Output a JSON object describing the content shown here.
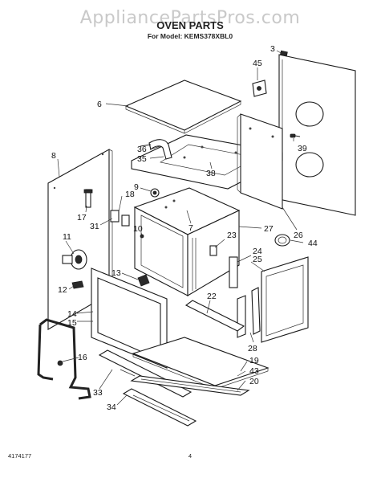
{
  "watermark": "AppliancePartsPros.com",
  "title": "OVEN PARTS",
  "subtitle": "For Model: KEMS378XBL0",
  "footer": {
    "left": "4174177",
    "center": "4"
  },
  "callouts": [
    {
      "id": "c3",
      "label": "3"
    },
    {
      "id": "c45",
      "label": "45"
    },
    {
      "id": "c6",
      "label": "6"
    },
    {
      "id": "c36",
      "label": "36"
    },
    {
      "id": "c35",
      "label": "35"
    },
    {
      "id": "c39",
      "label": "39"
    },
    {
      "id": "c38",
      "label": "38"
    },
    {
      "id": "c8",
      "label": "8"
    },
    {
      "id": "c9",
      "label": "9"
    },
    {
      "id": "c18",
      "label": "18"
    },
    {
      "id": "c17",
      "label": "17"
    },
    {
      "id": "c31",
      "label": "31"
    },
    {
      "id": "c7",
      "label": "7"
    },
    {
      "id": "c27",
      "label": "27"
    },
    {
      "id": "c26",
      "label": "26"
    },
    {
      "id": "c10",
      "label": "10"
    },
    {
      "id": "c11",
      "label": "11"
    },
    {
      "id": "c23",
      "label": "23"
    },
    {
      "id": "c44",
      "label": "44"
    },
    {
      "id": "c24",
      "label": "24"
    },
    {
      "id": "c25",
      "label": "25"
    },
    {
      "id": "c13",
      "label": "13"
    },
    {
      "id": "c12",
      "label": "12"
    },
    {
      "id": "c22",
      "label": "22"
    },
    {
      "id": "c14",
      "label": "14"
    },
    {
      "id": "c15",
      "label": "15"
    },
    {
      "id": "c28",
      "label": "28"
    },
    {
      "id": "c16",
      "label": "16"
    },
    {
      "id": "c19",
      "label": "19"
    },
    {
      "id": "c43",
      "label": "43"
    },
    {
      "id": "c20",
      "label": "20"
    },
    {
      "id": "c33",
      "label": "33"
    },
    {
      "id": "c34",
      "label": "34"
    }
  ]
}
